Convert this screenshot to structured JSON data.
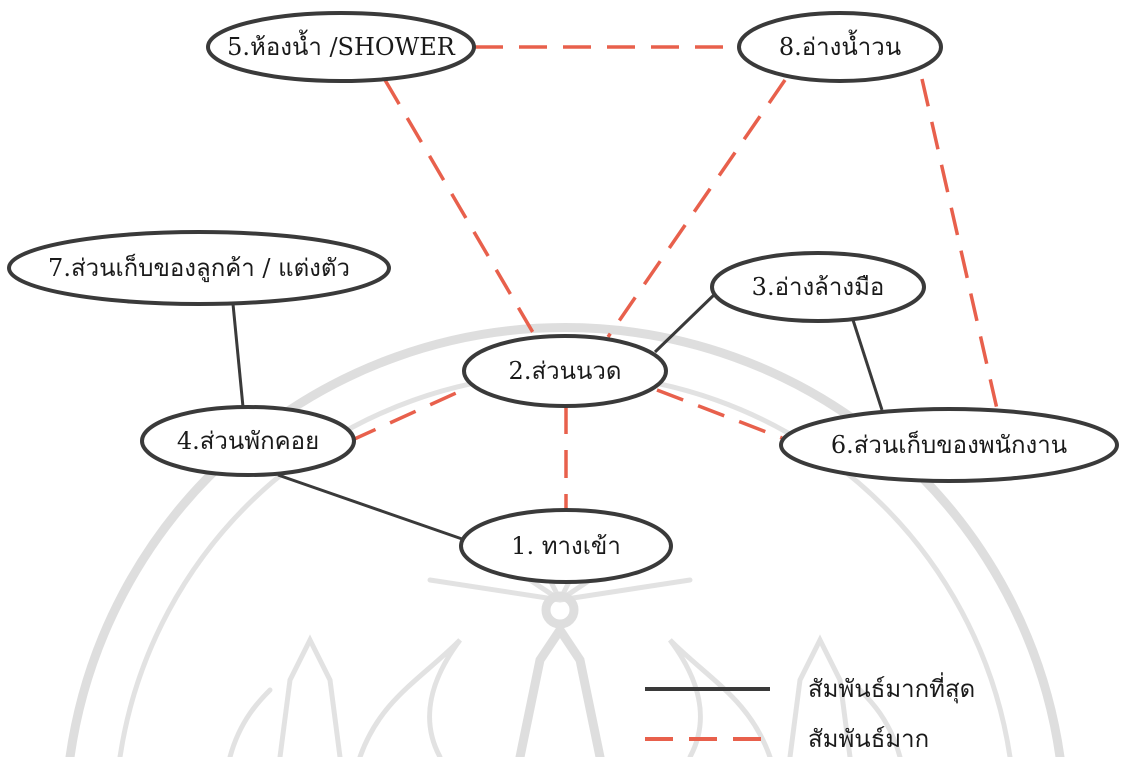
{
  "nodes": [
    {
      "id": "1",
      "label": "1. ทางเข้า"
    },
    {
      "id": "2",
      "label": "2.ส่วนนวด"
    },
    {
      "id": "3",
      "label": "3.อ่างล้างมือ"
    },
    {
      "id": "4",
      "label": "4.ส่วนพักคอย"
    },
    {
      "id": "5",
      "label": "5.ห้องน้ำ /SHOWER"
    },
    {
      "id": "6",
      "label": "6.ส่วนเก็บของพนักงาน"
    },
    {
      "id": "7",
      "label": "7.ส่วนเก็บของลูกค้า / แต่งตัว"
    },
    {
      "id": "8",
      "label": "8.อ่างน้ำวน"
    }
  ],
  "edges": [
    {
      "from": "5",
      "to": "8",
      "type": "medium"
    },
    {
      "from": "5",
      "to": "2",
      "type": "medium"
    },
    {
      "from": "8",
      "to": "2",
      "type": "medium"
    },
    {
      "from": "8",
      "to": "6",
      "type": "medium"
    },
    {
      "from": "7",
      "to": "4",
      "type": "strong"
    },
    {
      "from": "2",
      "to": "3",
      "type": "strong"
    },
    {
      "from": "3",
      "to": "6",
      "type": "strong"
    },
    {
      "from": "4",
      "to": "2",
      "type": "medium"
    },
    {
      "from": "2",
      "to": "6",
      "type": "medium"
    },
    {
      "from": "2",
      "to": "1",
      "type": "medium"
    },
    {
      "from": "4",
      "to": "1",
      "type": "strong"
    }
  ],
  "legend": {
    "strong_label": "สัมพันธ์มากที่สุด",
    "medium_label": "สัมพันธ์มาก"
  },
  "colors": {
    "strong_line": "#3a3a3a",
    "medium_line": "#e8604c",
    "watermark": "#d9d9d9"
  }
}
